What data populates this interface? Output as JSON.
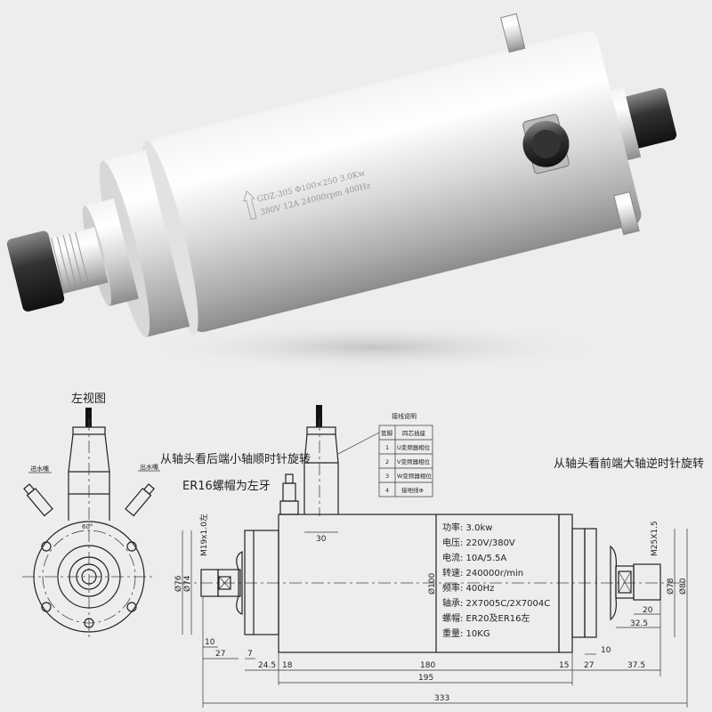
{
  "product_photo": {
    "engraving_line1": "GDZ-305  Φ100×250  3.0Kw",
    "engraving_line2": "380V 12A 24000rpm 400Hz"
  },
  "left_view": {
    "title": "左视图",
    "inlet_label": "进水嘴",
    "outlet_label": "出水嘴",
    "angle": "60°"
  },
  "notes": {
    "rear_rotation": "从轴头看后端小轴顺时针旋转",
    "er16_note": "ER16螺帽为左牙",
    "front_rotation": "从轴头看前端大轴逆时针旋转"
  },
  "wiring_table": {
    "title": "接线说明",
    "headers": [
      "管脚",
      "四芯插座"
    ],
    "rows": [
      {
        "pin": "1",
        "desc": "U变频器相位"
      },
      {
        "pin": "2",
        "desc": "V变频器相位"
      },
      {
        "pin": "3",
        "desc": "W变频器相位"
      },
      {
        "pin": "4",
        "desc": "接地线⊕"
      }
    ]
  },
  "specs": [
    "功率: 3.0kw",
    "电压: 220V/380V",
    "电流: 10A/5.5A",
    "转速: 240000r/min",
    "频率: 400Hz",
    "轴承: 2X7005C/2X7004C",
    "螺帽: ER20及ER16左",
    "重量: 10KG"
  ],
  "dimensions": {
    "d76": "Ø76",
    "d74": "Ø74",
    "m19": "M19x1.0左",
    "d100": "Ø100",
    "d78": "Ø78",
    "d80": "Ø80",
    "m25": "M25X1.5",
    "conn": "30",
    "l10a": "10",
    "l27a": "27",
    "l7": "7",
    "l24_5": "24.5",
    "l18": "18",
    "l180": "180",
    "l15": "15",
    "l27b": "27",
    "l37_5": "37.5",
    "l10b": "10",
    "l20": "20",
    "l32_5": "32.5",
    "l195": "195",
    "l333": "333"
  }
}
